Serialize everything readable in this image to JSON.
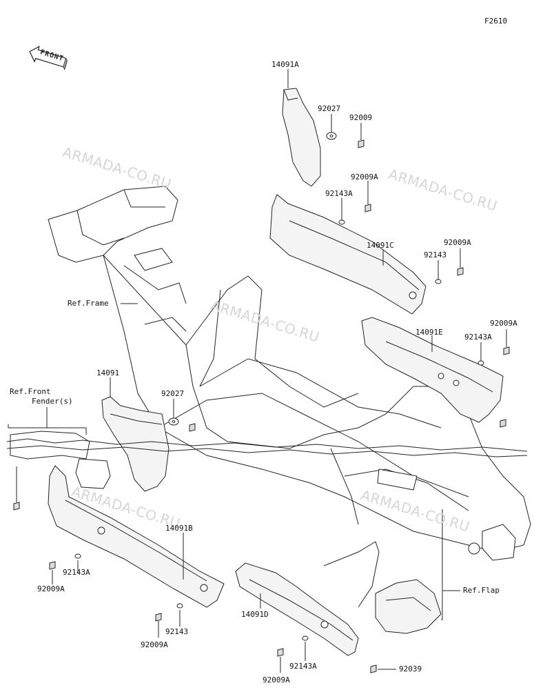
{
  "diagram_id": "F2610",
  "front_label": "FRONT",
  "watermark": "ARMADA-CO.RU",
  "refs": {
    "frame": "Ref.Frame",
    "front_fender_line1": "Ref.Front",
    "front_fender_line2": "Fender(s)",
    "flap": "Ref.Flap"
  },
  "parts": {
    "p14091A": "14091A",
    "p92027_top": "92027",
    "p92009_top": "92009",
    "p92009A_1": "92009A",
    "p92143A_1": "92143A",
    "p14091C": "14091C",
    "p92009A_2": "92009A",
    "p92143_1": "92143",
    "p92009A_3": "92009A",
    "p14091E": "14091E",
    "p92143A_2": "92143A",
    "p14091": "14091",
    "p92027_mid": "92027",
    "p14091B": "14091B",
    "p92143A_3": "92143A",
    "p92009A_4": "92009A",
    "p92143_2": "92143",
    "p92009A_5": "92009A",
    "p14091D": "14091D",
    "p92143A_4": "92143A",
    "p92009A_6": "92009A",
    "p92039": "92039"
  }
}
